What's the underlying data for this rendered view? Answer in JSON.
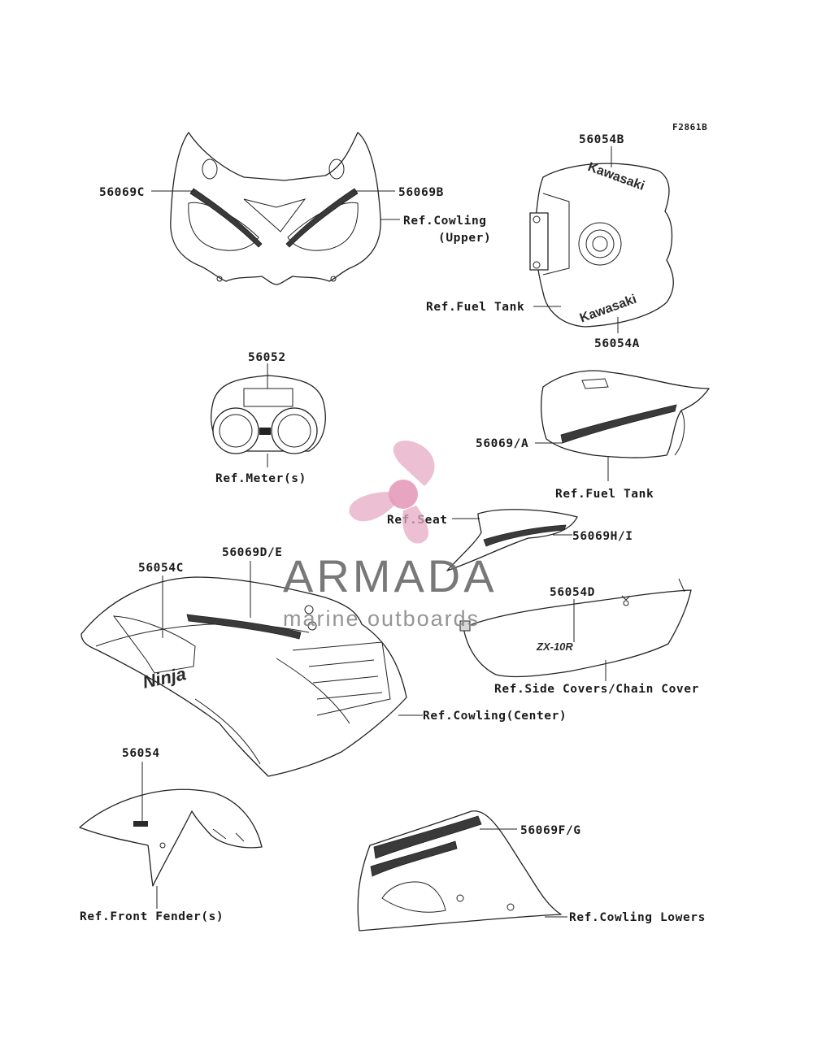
{
  "figure_code": "F2861B",
  "labels": {
    "l_56069C": "56069C",
    "l_56069B": "56069B",
    "l_ref_cowling_upper_1": "Ref.Cowling",
    "l_ref_cowling_upper_2": "(Upper)",
    "l_56054B": "56054B",
    "l_ref_fuel_tank_1": "Ref.Fuel Tank",
    "l_56054A": "56054A",
    "l_56052": "56052",
    "l_ref_meter": "Ref.Meter(s)",
    "l_56069A": "56069/A",
    "l_ref_fuel_tank_2": "Ref.Fuel Tank",
    "l_ref_seat": "Ref.Seat",
    "l_56069HI": "56069H/I",
    "l_56054C": "56054C",
    "l_56069DE": "56069D/E",
    "l_56054D": "56054D",
    "l_ref_side_covers": "Ref.Side Covers/Chain Cover",
    "l_ref_cowling_center": "Ref.Cowling(Center)",
    "l_56054": "56054",
    "l_56069FG": "56069F/G",
    "l_ref_front_fender": "Ref.Front Fender(s)",
    "l_ref_cowling_lowers": "Ref.Cowling Lowers"
  },
  "decals": {
    "kawasaki_1": "Kawasaki",
    "kawasaki_2": "Kawasaki",
    "ninja": "Ninja",
    "zx": "ZX-10R"
  },
  "watermark": {
    "name": "ARMADA",
    "tagline": "marine outboards",
    "logo_color": "#e7a9c3",
    "logo_hub_color": "#e59bbb"
  }
}
